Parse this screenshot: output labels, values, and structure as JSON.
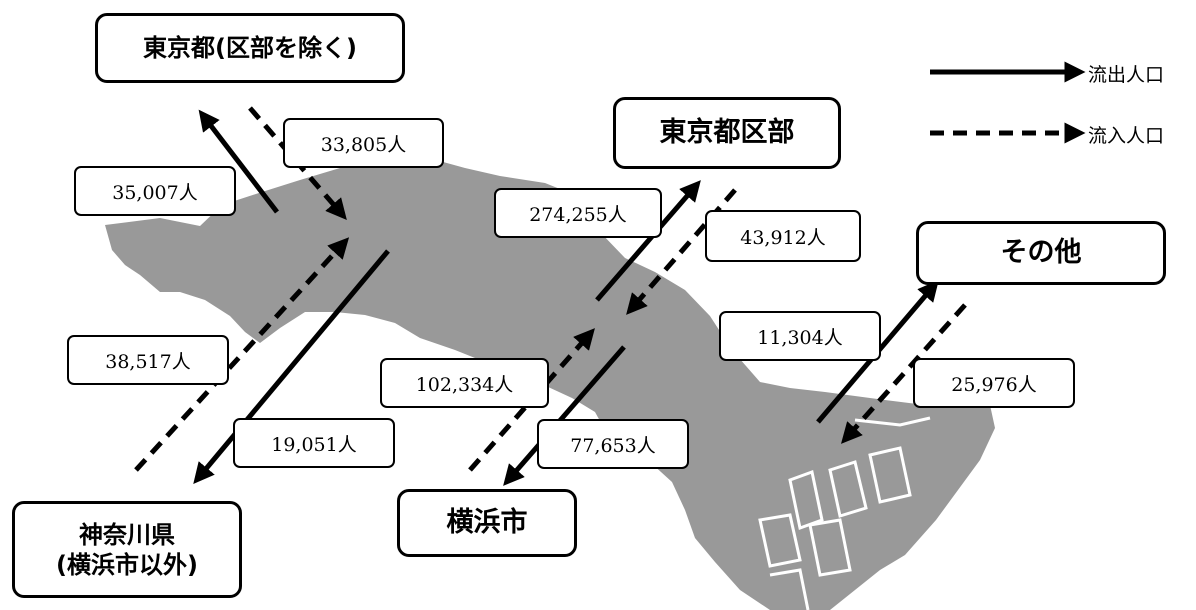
{
  "colors": {
    "map_fill": "#999999",
    "stroke": "#000000",
    "background": "#ffffff"
  },
  "legend": {
    "outflow": "流出人口",
    "inflow": "流入人口"
  },
  "regions": {
    "tokyo_outside": "東京都(区部を除く)",
    "tokyo_wards": "東京都区部",
    "other": "その他",
    "yokohama": "横浜市",
    "kanagawa_line1": "神奈川県",
    "kanagawa_line2": "(横浜市以外)"
  },
  "flows": {
    "to_tokyo_outside": "35,007人",
    "from_tokyo_outside": "33,805人",
    "to_tokyo_wards": "274,255人",
    "from_tokyo_wards": "43,912人",
    "to_other": "11,304人",
    "from_other": "25,976人",
    "to_kanagawa": "19,051人",
    "from_kanagawa": "38,517人",
    "to_yokohama": "77,653人",
    "from_yokohama": "102,334人"
  }
}
